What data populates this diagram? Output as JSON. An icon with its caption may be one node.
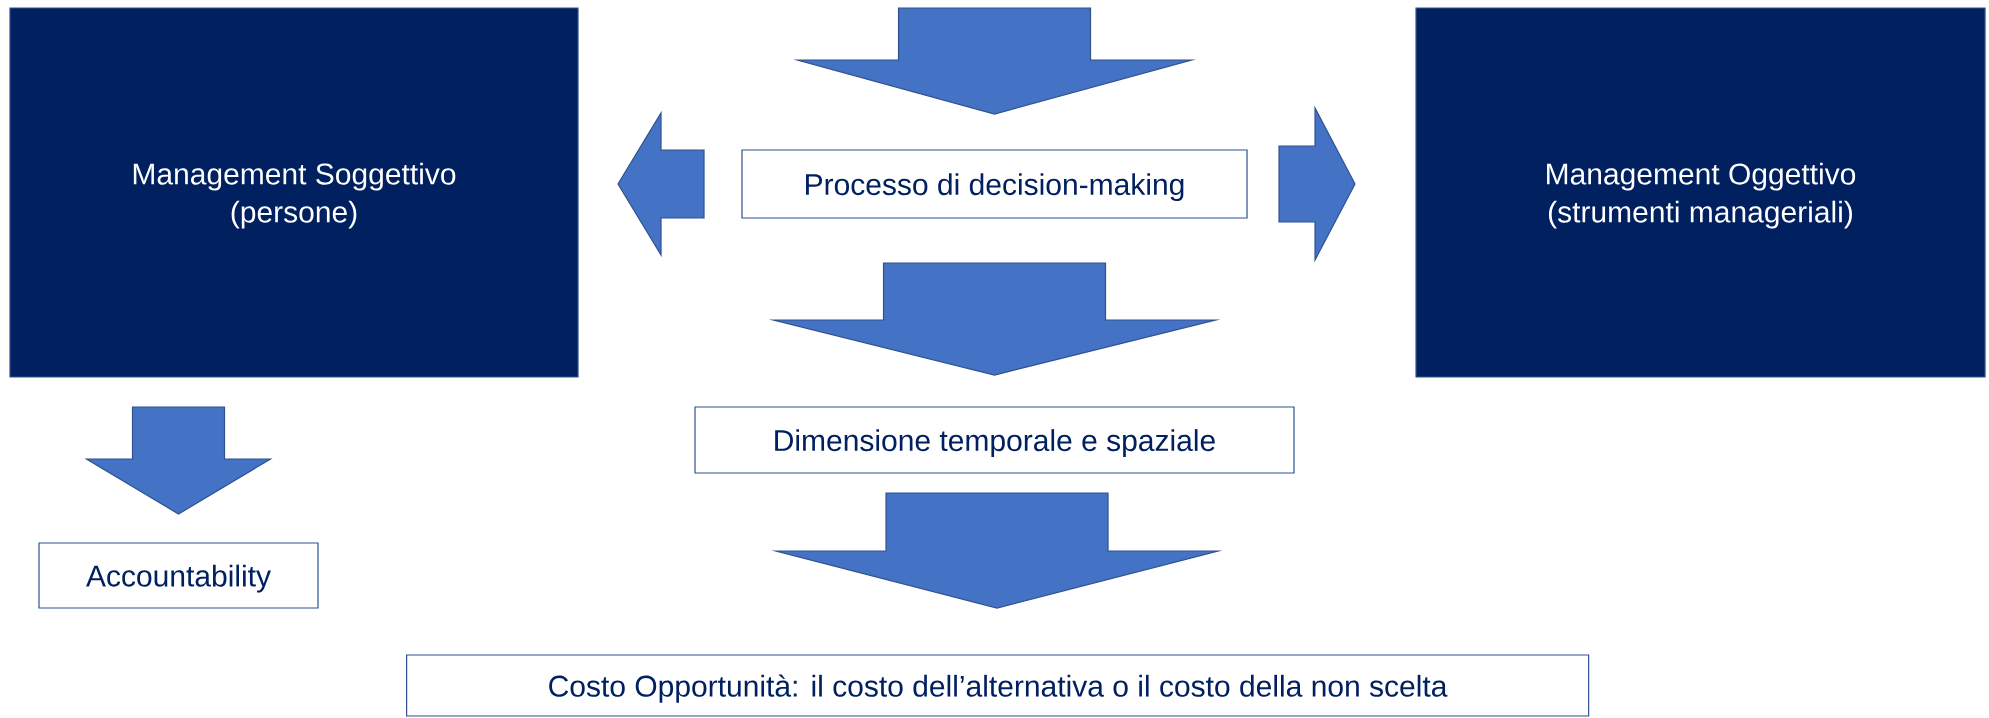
{
  "diagram": {
    "nodes": [
      {
        "text": [
          "Management Soggettivo",
          "(persone)"
        ]
      },
      {
        "text": [
          "Processo di decision-making"
        ]
      },
      {
        "text": [
          "Management Oggettivo",
          "(strumenti manageriali)"
        ]
      },
      {
        "text": [
          "Dimensione temporale e spaziale"
        ]
      },
      {
        "text": [
          "Accountability"
        ]
      },
      {
        "text": [
          "Costo Opportunità: il costo dell’alternativa o il costo della non scelta"
        ]
      }
    ],
    "edges": [
      {
        "from": null,
        "to": 1,
        "arrow": "to"
      },
      {
        "from": 1,
        "to": 0,
        "arrow": "to"
      },
      {
        "from": 1,
        "to": 2,
        "arrow": "to"
      },
      {
        "from": 1,
        "to": 3,
        "arrow": "to"
      },
      {
        "from": 0,
        "to": 4,
        "arrow": "to"
      },
      {
        "from": 3,
        "to": 5,
        "arrow": "to"
      }
    ]
  }
}
